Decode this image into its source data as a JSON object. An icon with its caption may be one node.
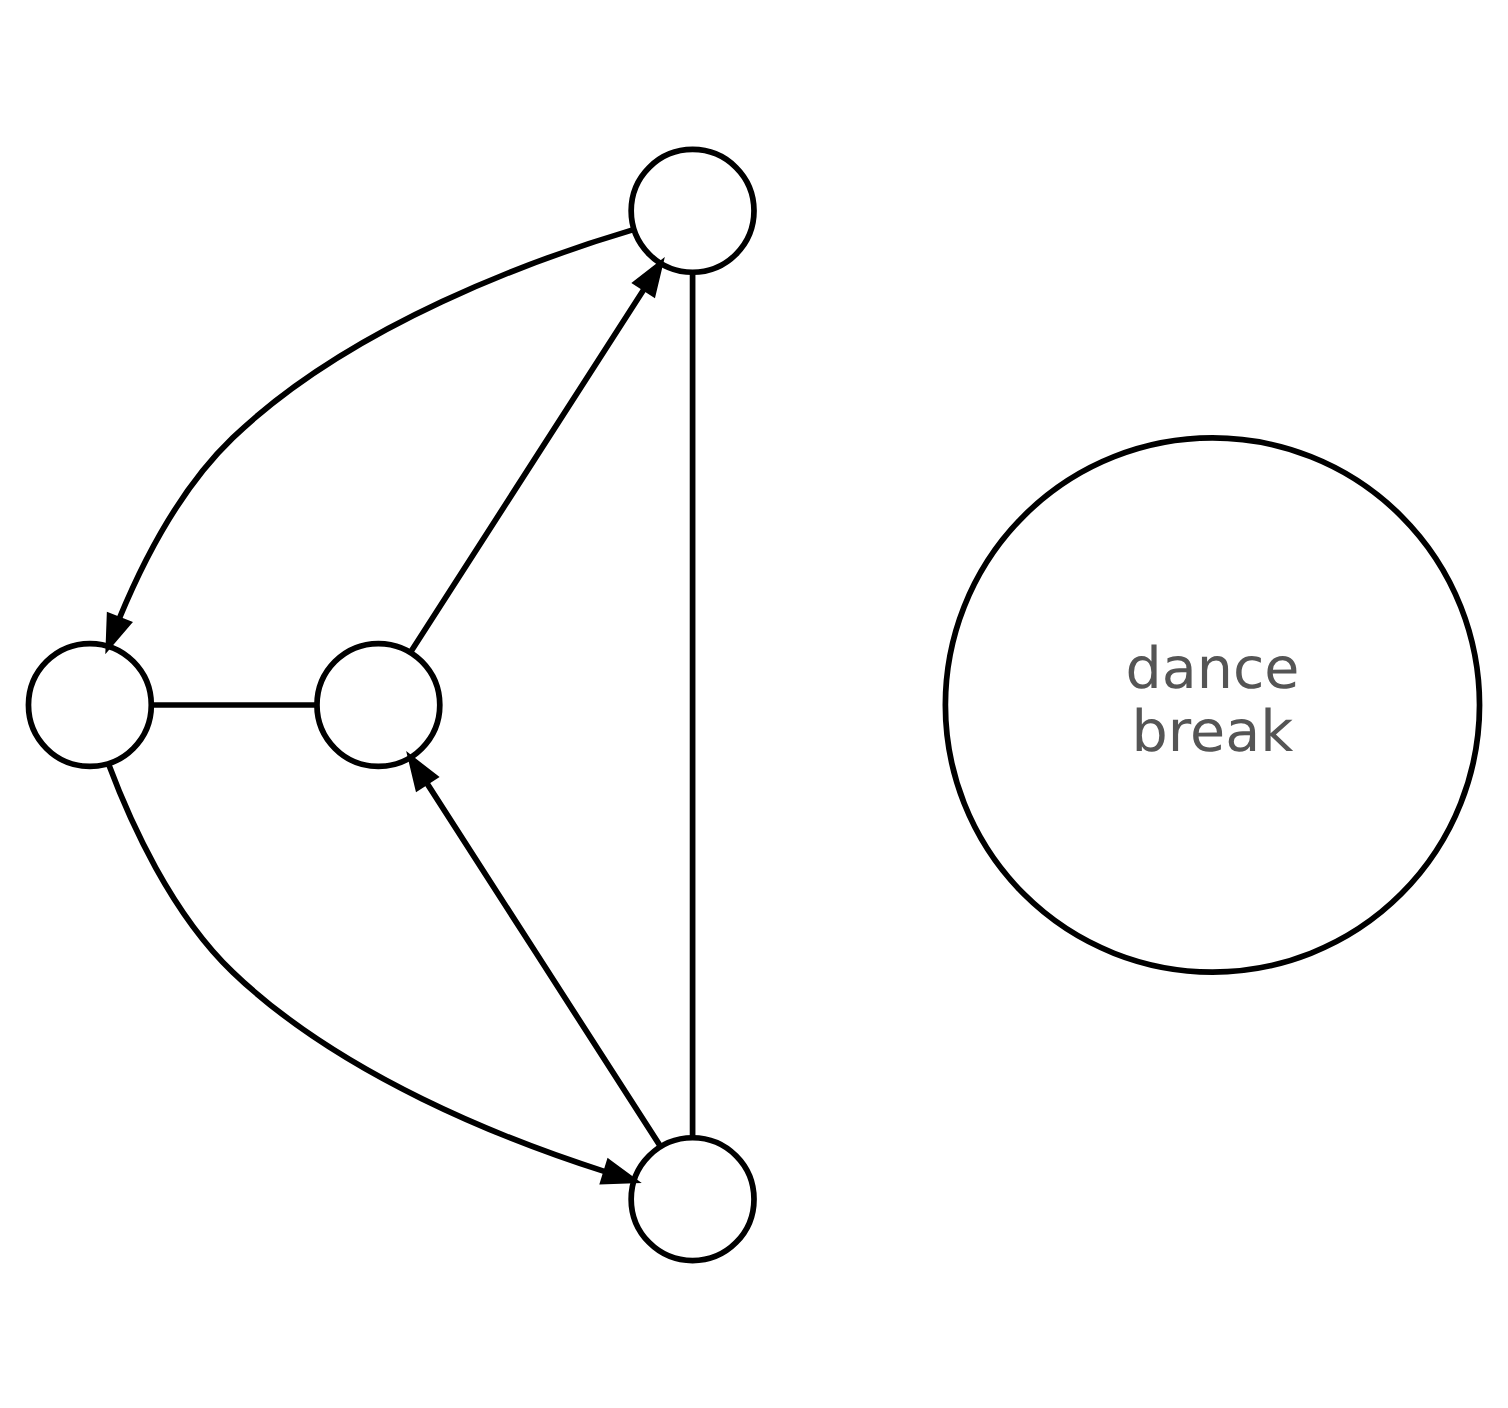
{
  "diagram": {
    "nodes": [
      {
        "text": [],
        "shape": "circle"
      },
      {
        "text": [
          "dance",
          "break"
        ]
      },
      {
        "text": [],
        "shape": "circle"
      },
      {
        "text": [],
        "shape": "circle"
      },
      {
        "text": [],
        "shape": "circle"
      }
    ],
    "edges": [
      {
        "from": 0,
        "to": 4,
        "arrow": "none"
      },
      {
        "from": 2,
        "to": 3,
        "arrow": "none"
      },
      {
        "from": 0,
        "to": 2,
        "arrow": "to"
      },
      {
        "from": 2,
        "to": 4,
        "arrow": "to"
      },
      {
        "from": 4,
        "to": 3,
        "arrow": "to"
      },
      {
        "from": 3,
        "to": 0,
        "arrow": "to"
      }
    ]
  }
}
